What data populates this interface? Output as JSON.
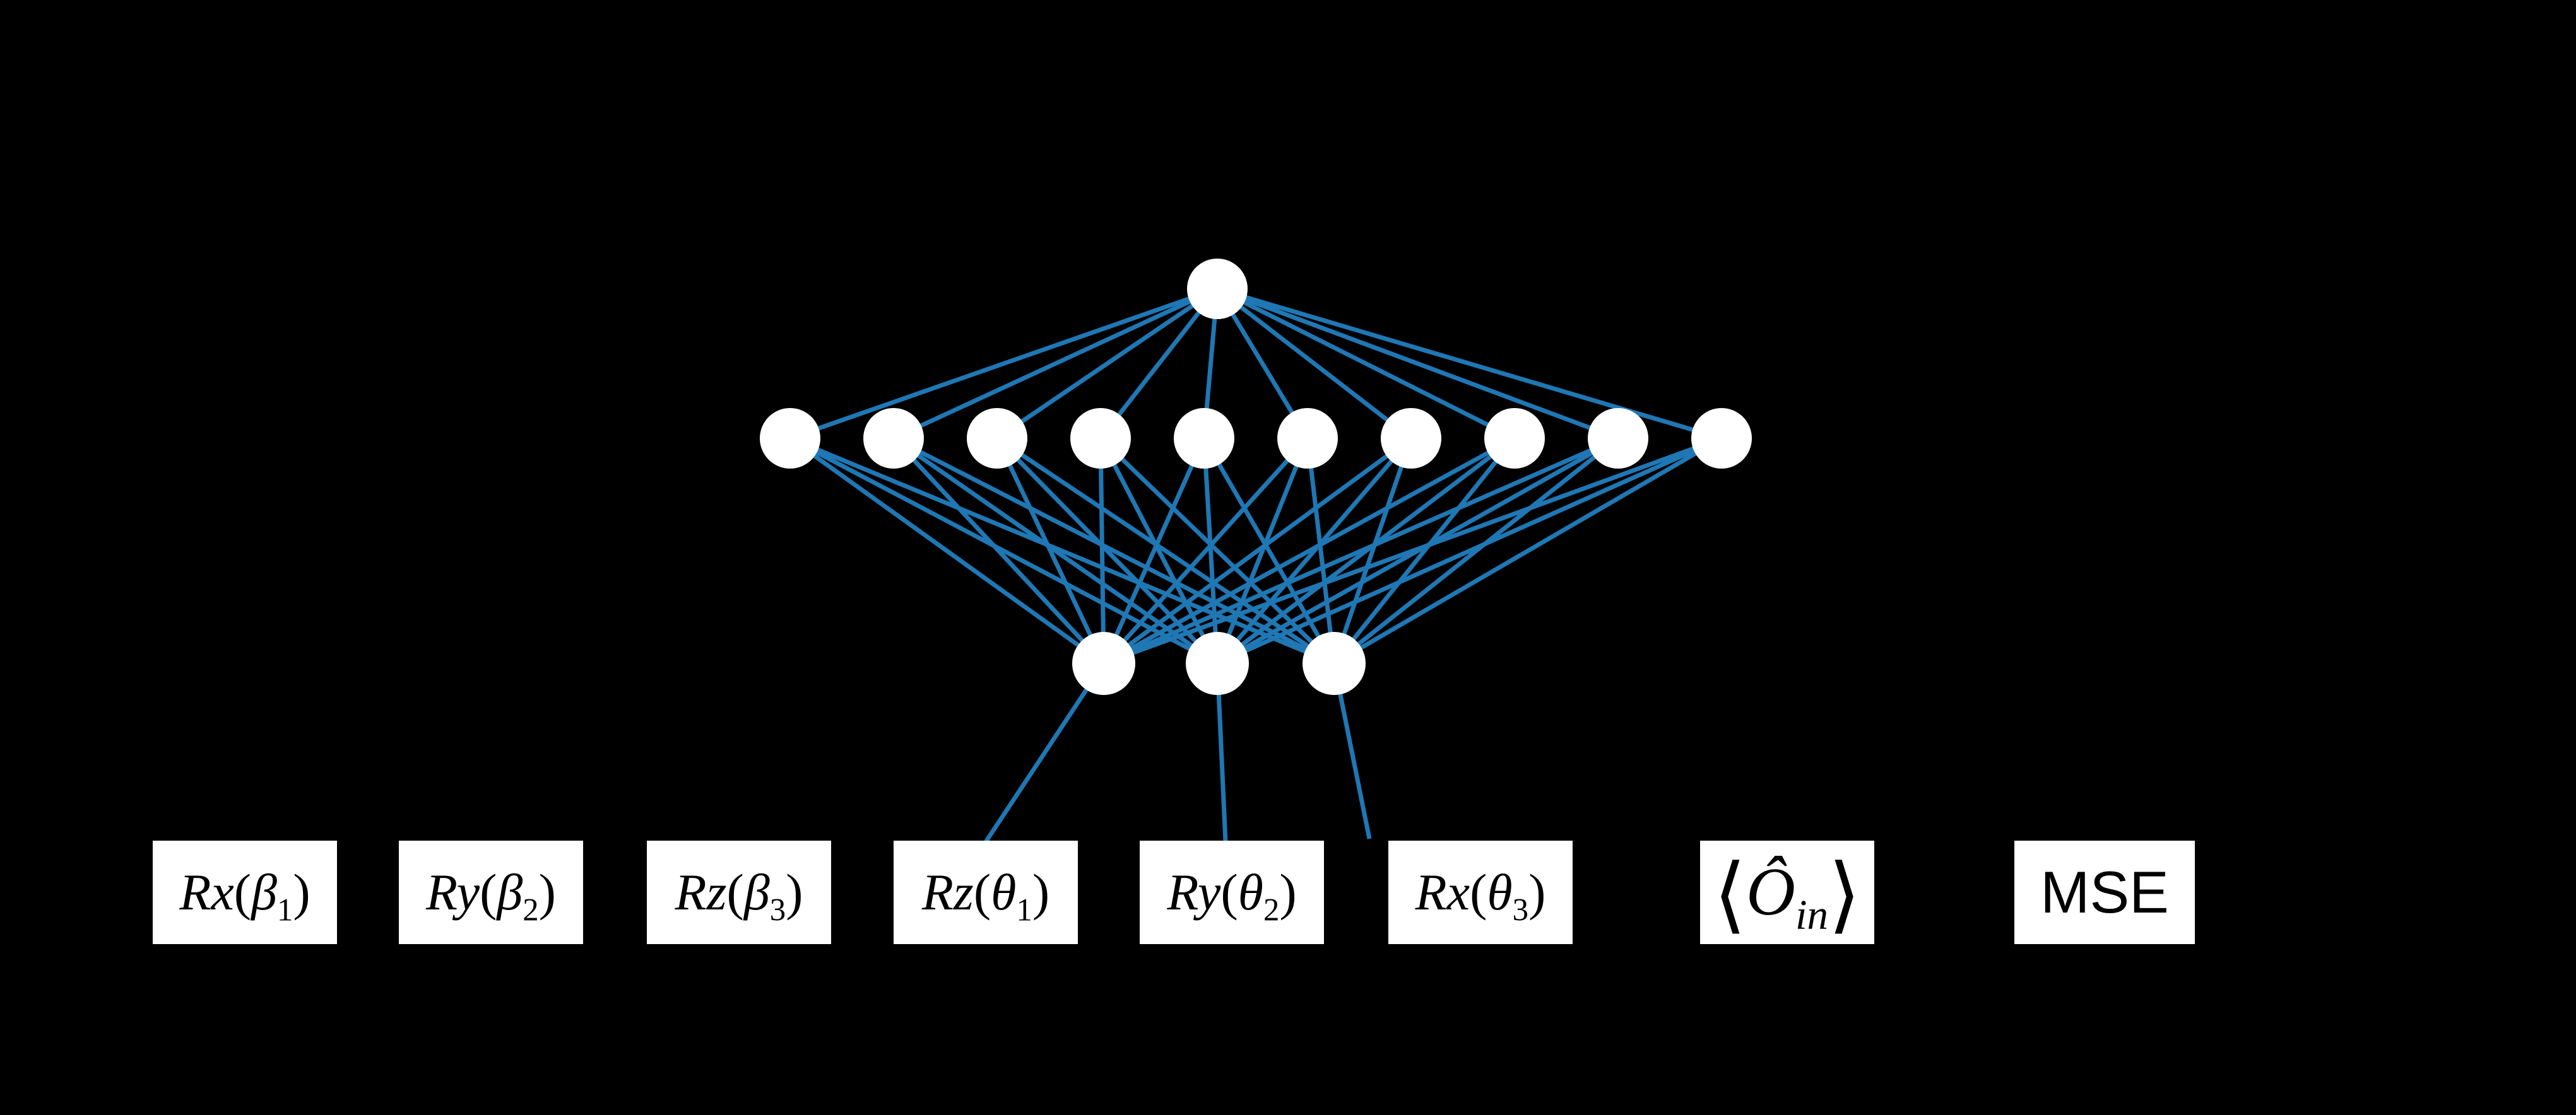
{
  "diagram": {
    "description": "Neural network mapping input rotation parameters to output rotation gate parameters",
    "background_color": "#000000",
    "node_color": "#ffffff",
    "edge_color": "#1f77b4",
    "network": {
      "layers": [
        {
          "id": "input",
          "node_count": 1
        },
        {
          "id": "hidden",
          "node_count": 10
        },
        {
          "id": "output",
          "node_count": 3
        }
      ],
      "connectivity": [
        {
          "from": "input",
          "to": "hidden",
          "type": "full"
        },
        {
          "from": "hidden",
          "to": "output",
          "type": "full"
        },
        {
          "from": "output",
          "to": "boxes",
          "type": "one-to-one",
          "targets": [
            "rz-theta-1",
            "ry-theta-2",
            "rx-theta-3"
          ]
        }
      ]
    },
    "boxes": [
      {
        "id": "rx-beta-1",
        "style": "math",
        "segments": [
          {
            "t": "Rx",
            "it": true
          },
          {
            "t": "("
          },
          {
            "t": "β",
            "it": true
          },
          {
            "t": "1",
            "sub": true
          },
          {
            "t": ")"
          }
        ]
      },
      {
        "id": "ry-beta-2",
        "style": "math",
        "segments": [
          {
            "t": "Ry",
            "it": true
          },
          {
            "t": "("
          },
          {
            "t": "β",
            "it": true
          },
          {
            "t": "2",
            "sub": true
          },
          {
            "t": ")"
          }
        ]
      },
      {
        "id": "rz-beta-3",
        "style": "math",
        "segments": [
          {
            "t": "Rz",
            "it": true
          },
          {
            "t": "("
          },
          {
            "t": "β",
            "it": true
          },
          {
            "t": "3",
            "sub": true
          },
          {
            "t": ")"
          }
        ]
      },
      {
        "id": "rz-theta-1",
        "style": "math",
        "segments": [
          {
            "t": "Rz",
            "it": true
          },
          {
            "t": "("
          },
          {
            "t": "θ",
            "it": true
          },
          {
            "t": "1",
            "sub": true
          },
          {
            "t": ")"
          }
        ]
      },
      {
        "id": "ry-theta-2",
        "style": "math",
        "segments": [
          {
            "t": "Ry",
            "it": true
          },
          {
            "t": "("
          },
          {
            "t": "θ",
            "it": true
          },
          {
            "t": "2",
            "sub": true
          },
          {
            "t": ")"
          }
        ]
      },
      {
        "id": "rx-theta-3",
        "style": "math",
        "segments": [
          {
            "t": "Rx",
            "it": true
          },
          {
            "t": "("
          },
          {
            "t": "θ",
            "it": true
          },
          {
            "t": "3",
            "sub": true
          },
          {
            "t": ")"
          }
        ]
      },
      {
        "id": "expectation",
        "style": "math-large",
        "segments": [
          {
            "t": "⟨",
            "bracket": true
          },
          {
            "t": "Ô",
            "it": true
          },
          {
            "t": "in",
            "it": true,
            "sub": true
          },
          {
            "t": "⟩",
            "bracket": true
          }
        ]
      },
      {
        "id": "mse",
        "style": "plain",
        "segments": [
          {
            "t": "MSE"
          }
        ]
      }
    ]
  }
}
